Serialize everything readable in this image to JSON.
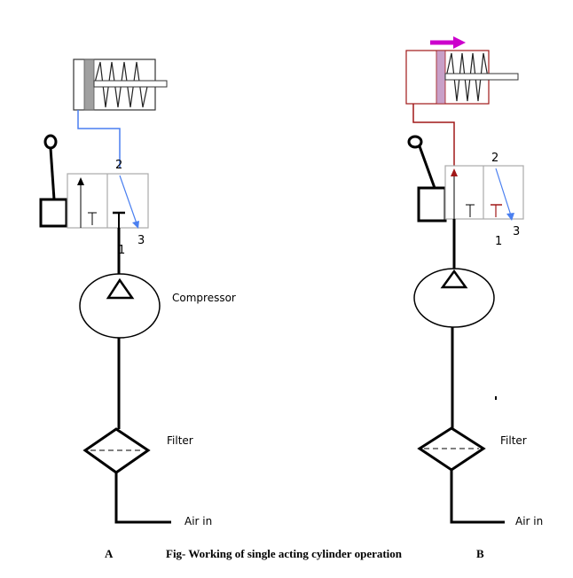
{
  "labels": {
    "compressor": "Compressor",
    "filter": "Filter",
    "air_in": "Air in"
  },
  "ports": {
    "p1": "1",
    "p2": "2",
    "p3": "3"
  },
  "caption": {
    "left": "A",
    "title": "Fig- Working of single acting cylinder operation",
    "right": "B"
  },
  "colors": {
    "line": "#000000",
    "exhaust_flow": "#4a7ff0",
    "pressure_flow": "#a01818",
    "piston_A": "#a0a0a0",
    "piston_B": "#c8a0c8",
    "motion_arrow": "#cc00cc"
  }
}
